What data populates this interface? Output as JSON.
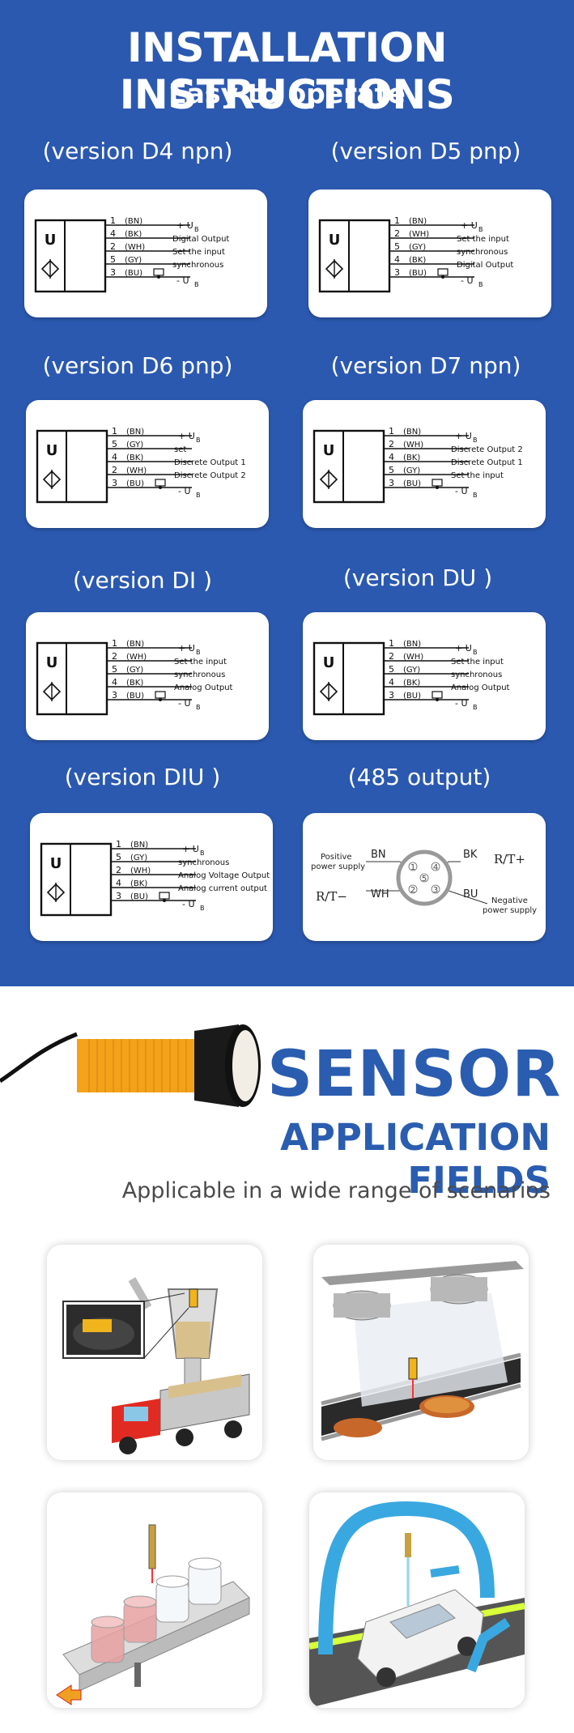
{
  "header": {
    "title": "INSTALLATION INSTRUCTIONS",
    "subtitle": "Easy to operate"
  },
  "versions": [
    {
      "label": "(version D4 npn)",
      "wires": [
        {
          "num": "1",
          "code": "(BN)"
        },
        {
          "num": "4",
          "code": "(BK)"
        },
        {
          "num": "2",
          "code": "(WH)"
        },
        {
          "num": "5",
          "code": "(GY)"
        },
        {
          "num": "3",
          "code": "(BU)"
        }
      ],
      "functions": [
        "Digital Output",
        "Set the input",
        "synchronous"
      ]
    },
    {
      "label": "(version D5 pnp)",
      "wires": [
        {
          "num": "1",
          "code": "(BN)"
        },
        {
          "num": "2",
          "code": "(WH)"
        },
        {
          "num": "5",
          "code": "(GY)"
        },
        {
          "num": "4",
          "code": "(BK)"
        },
        {
          "num": "3",
          "code": "(BU)"
        }
      ],
      "functions": [
        "Set the input",
        "synchronous",
        "Digital Output"
      ]
    },
    {
      "label": "(version D6 pnp)",
      "wires": [
        {
          "num": "1",
          "code": "(BN)"
        },
        {
          "num": "5",
          "code": "(GY)"
        },
        {
          "num": "4",
          "code": "(BK)"
        },
        {
          "num": "2",
          "code": "(WH)"
        },
        {
          "num": "3",
          "code": "(BU)"
        }
      ],
      "functions": [
        "set",
        "Discrete Output 1",
        "Discrete Output 2"
      ]
    },
    {
      "label": "(version D7 npn)",
      "wires": [
        {
          "num": "1",
          "code": "(BN)"
        },
        {
          "num": "2",
          "code": "(WH)"
        },
        {
          "num": "4",
          "code": "(BK)"
        },
        {
          "num": "5",
          "code": "(GY)"
        },
        {
          "num": "3",
          "code": "(BU)"
        }
      ],
      "functions": [
        "Discrete Output 2",
        "Discrete Output 1",
        "Set the input"
      ]
    },
    {
      "label": "(version DI )",
      "wires": [
        {
          "num": "1",
          "code": "(BN)"
        },
        {
          "num": "2",
          "code": "(WH)"
        },
        {
          "num": "5",
          "code": "(GY)"
        },
        {
          "num": "4",
          "code": "(BK)"
        },
        {
          "num": "3",
          "code": "(BU)"
        }
      ],
      "functions": [
        "Set the input",
        "synchronous",
        "Analog Output"
      ]
    },
    {
      "label": "(version DU )",
      "wires": [
        {
          "num": "1",
          "code": "(BN)"
        },
        {
          "num": "2",
          "code": "(WH)"
        },
        {
          "num": "5",
          "code": "(GY)"
        },
        {
          "num": "4",
          "code": "(BK)"
        },
        {
          "num": "3",
          "code": "(BU)"
        }
      ],
      "functions": [
        "Set the input",
        "synchronous",
        "Analog Output"
      ]
    },
    {
      "label": "(version DIU )",
      "wires": [
        {
          "num": "1",
          "code": "(BN)"
        },
        {
          "num": "5",
          "code": "(GY)"
        },
        {
          "num": "2",
          "code": "(WH)"
        },
        {
          "num": "4",
          "code": "(BK)"
        },
        {
          "num": "3",
          "code": "(BU)"
        }
      ],
      "functions": [
        "synchronous",
        "Analog Voltage Output",
        "Analog current output"
      ]
    }
  ],
  "rs485": {
    "label": "(485 output)",
    "positive": "Positive",
    "power_supply": "power supply",
    "bn": "BN",
    "bk": "BK",
    "rt_plus": "R/T+",
    "rt_minus": "R/T−",
    "wh": "WH",
    "bu": "BU",
    "negative": "Negative",
    "negative_supply": "power supply",
    "pins": [
      "1",
      "2",
      "3",
      "4",
      "5"
    ]
  },
  "supply": {
    "plus": "+ U",
    "minus": "- U",
    "sub": "B"
  },
  "sensor_symbol": "U",
  "application": {
    "title": "SENSOR",
    "subtitle": "APPLICATION FIELDS",
    "tagline": "Applicable in a wide range of scenarios"
  },
  "colors": {
    "blue_bg": "#2b59b0",
    "accent_blue": "#2a5db0",
    "sensor_orange": "#f5a21b"
  }
}
